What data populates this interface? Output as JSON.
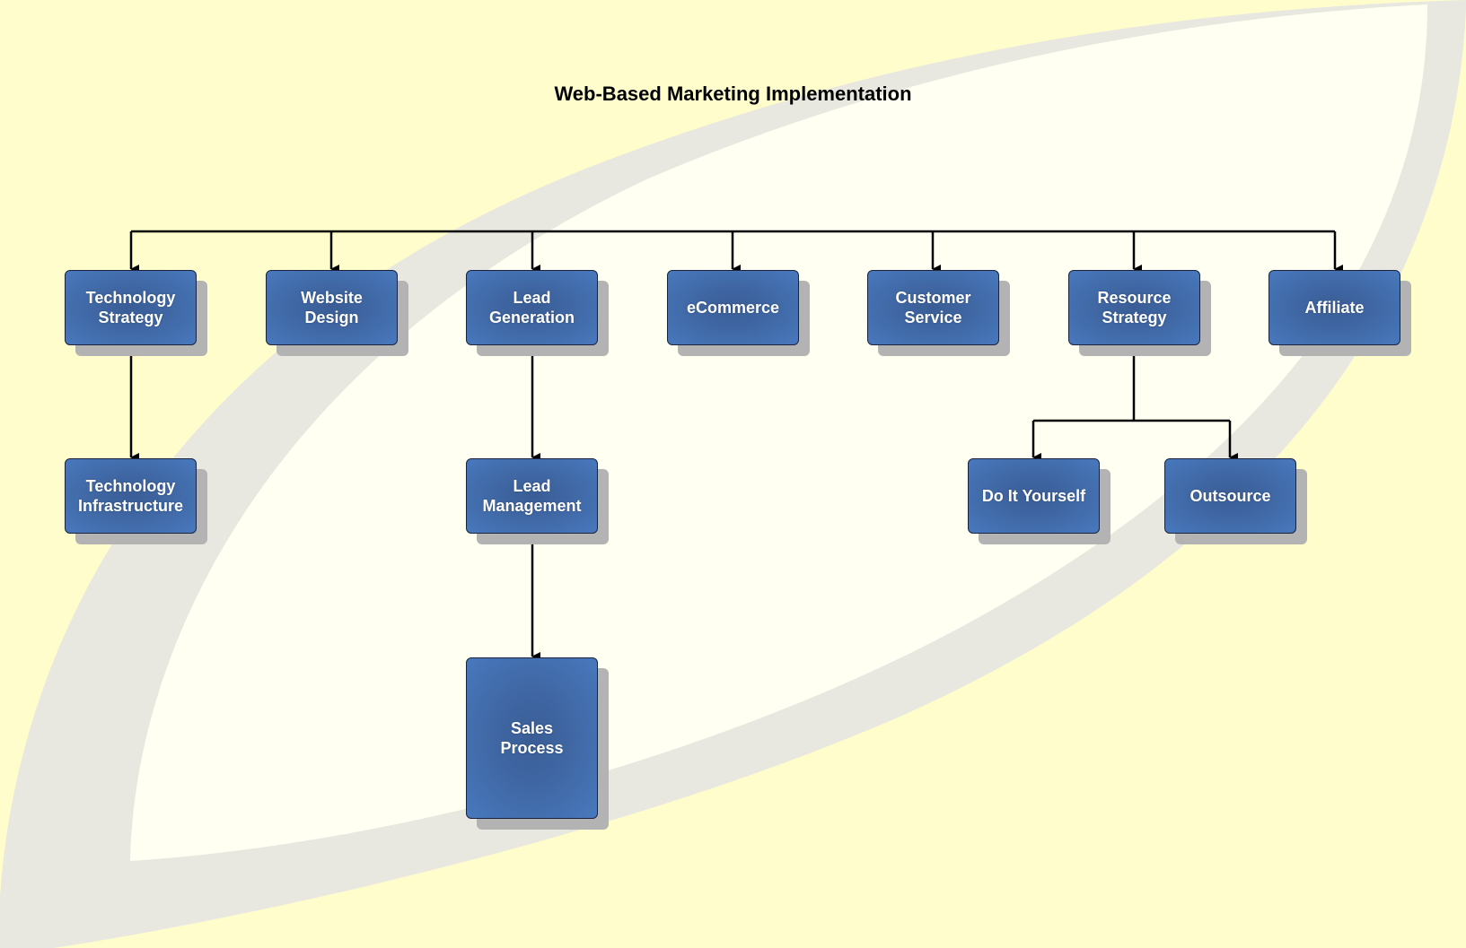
{
  "title": "Web-Based Marketing Implementation",
  "colors": {
    "background": "#fffdcc",
    "node_fill": "#4570b0",
    "node_shadow": "#b3b3b3",
    "connector": "#000000",
    "swoosh": "#e8e8e0"
  },
  "nodes": [
    {
      "id": "technology-strategy",
      "label": "Technology\nStrategy",
      "parent": null
    },
    {
      "id": "website-design",
      "label": "Website\nDesign",
      "parent": null
    },
    {
      "id": "lead-generation",
      "label": "Lead\nGeneration",
      "parent": null
    },
    {
      "id": "ecommerce",
      "label": "eCommerce",
      "parent": null
    },
    {
      "id": "customer-service",
      "label": "Customer\nService",
      "parent": null
    },
    {
      "id": "resource-strategy",
      "label": "Resource\nStrategy",
      "parent": null
    },
    {
      "id": "affiliate",
      "label": "Affiliate",
      "parent": null
    },
    {
      "id": "technology-infrastructure",
      "label": "Technology\nInfrastructure",
      "parent": "technology-strategy"
    },
    {
      "id": "lead-management",
      "label": "Lead\nManagement",
      "parent": "lead-generation"
    },
    {
      "id": "sales-process",
      "label": "Sales\nProcess",
      "parent": "lead-management"
    },
    {
      "id": "do-it-yourself",
      "label": "Do It Yourself",
      "parent": "resource-strategy"
    },
    {
      "id": "outsource",
      "label": "Outsource",
      "parent": "resource-strategy"
    }
  ]
}
